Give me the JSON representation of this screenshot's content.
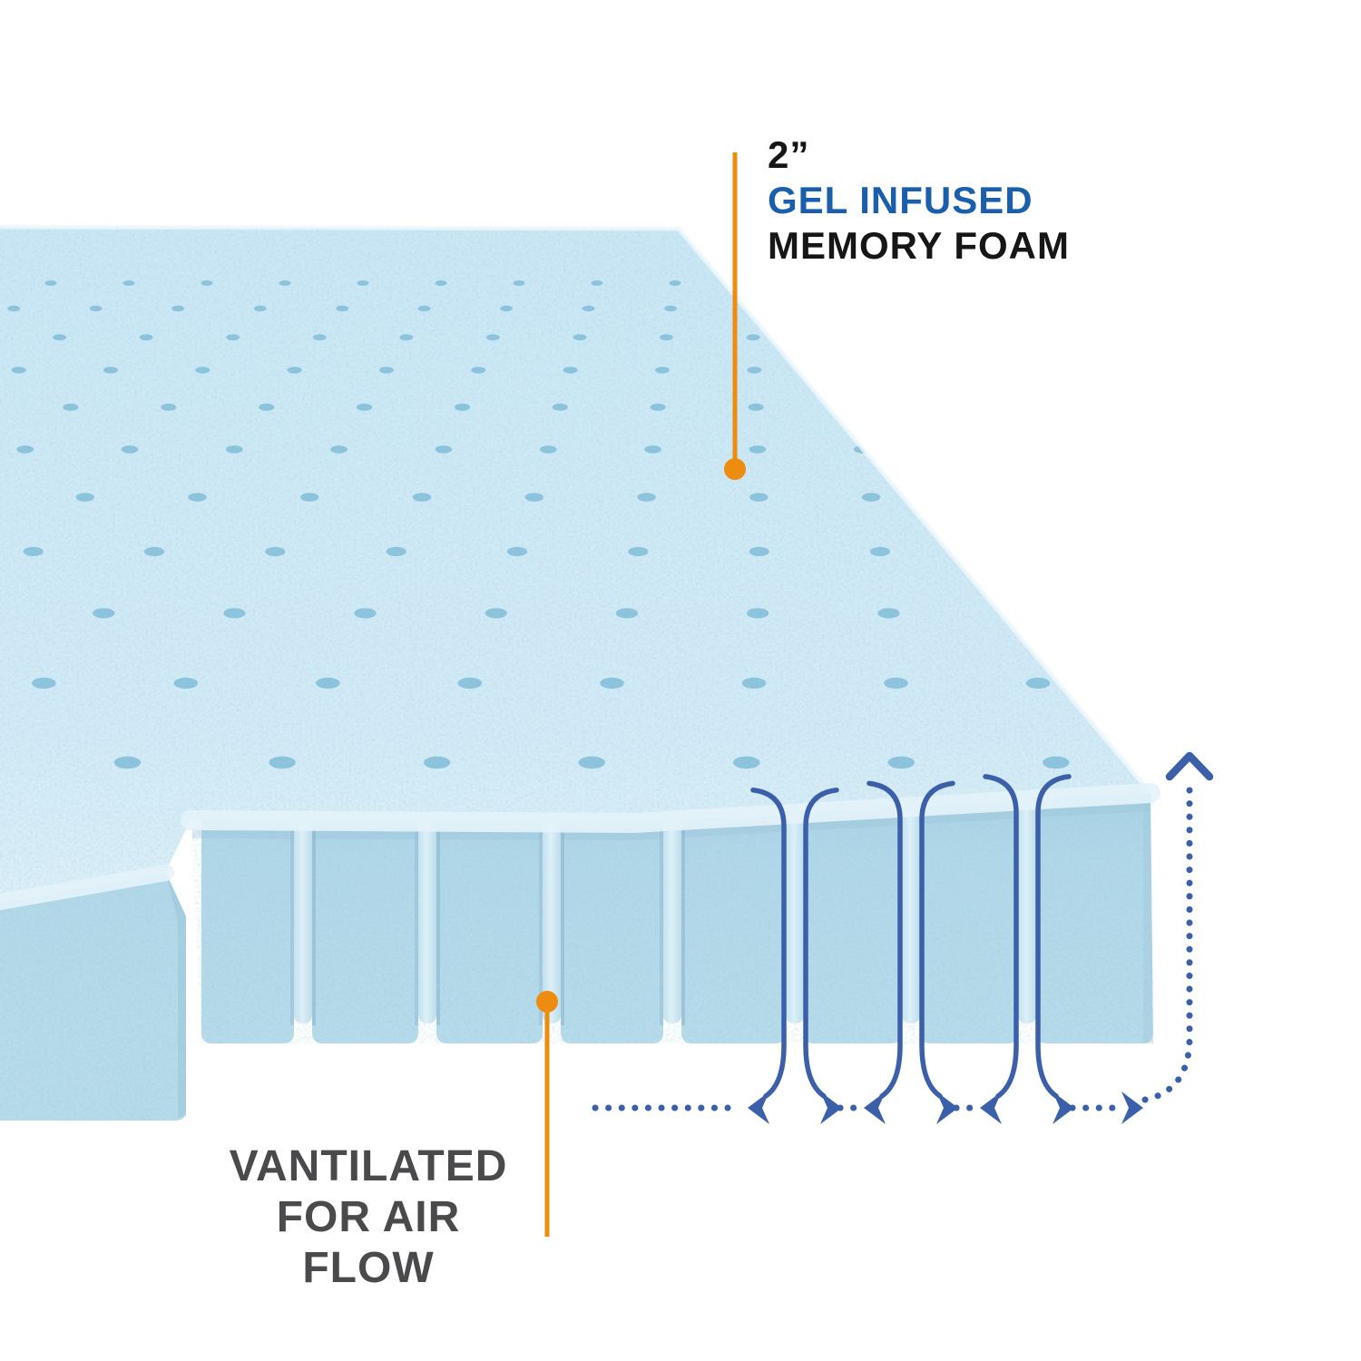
{
  "callouts": {
    "thickness": {
      "size": "2”",
      "highlight": "GEL INFUSED",
      "rest": "MEMORY FOAM"
    },
    "ventilation": {
      "line1": "VANTILATED",
      "line2": "FOR AIR FLOW"
    }
  },
  "colors": {
    "callout_orange": "#EE8C10",
    "airflow_blue": "#3B5FA8",
    "gel_label_blue": "#1B5EAC",
    "label_black": "#161616",
    "label_gray": "#4A4A4C",
    "foam_top": "#CDE8F5",
    "foam_top_light": "#DCEFF8",
    "foam_front": "#AFD7E7",
    "foam_front_light": "#BCDEEC",
    "foam_groove": "#D8EEF7",
    "foam_groove_deep": "#C6E3F0",
    "foam_hole": "#84BFD9",
    "background": "#FFFFFF"
  }
}
